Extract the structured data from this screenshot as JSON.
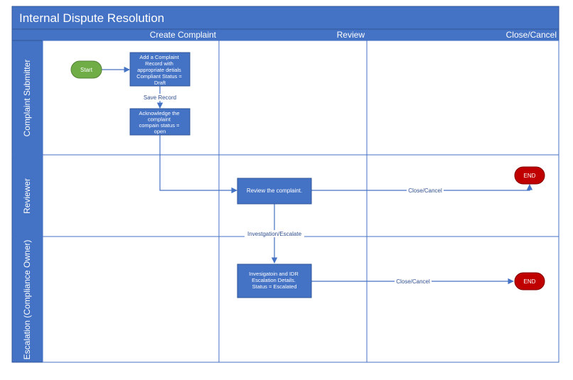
{
  "title": "Internal Dispute Resolution",
  "colors": {
    "header_blue": "#4472c4",
    "header_border": "#2f5597",
    "process_fill": "#4472c4",
    "start_fill": "#70ad47",
    "end_fill": "#c00000",
    "connector": "#4472c4",
    "grid_line": "#4472c4",
    "label_text": "#2f4f8f",
    "white": "#ffffff"
  },
  "columns": [
    "Create Complaint",
    "Review",
    "Close/Cancel"
  ],
  "lanes": [
    "Complaint Submitter",
    "Reviewer",
    "Escalation (Compliance Owner)"
  ],
  "nodes": {
    "start": "Start",
    "add_record": [
      "Add a Complaint",
      "Record with",
      "appropriate detials",
      "Compliant Status =",
      "Draft"
    ],
    "acknowledge": [
      "Acknowledge the",
      "complaint",
      "compain status =",
      "open"
    ],
    "review": [
      "Review the complaint."
    ],
    "investigation": [
      "Invesigatoin and IDR",
      "Escalation Details.",
      "Status = Escalated"
    ],
    "end_reviewer": "END",
    "end_escalation": "END"
  },
  "edge_labels": {
    "save_record": "Save Record",
    "investigate": "Investgation/Escalate",
    "close_reviewer": "Close/Cancel",
    "close_escalation": "Close/Cancel"
  }
}
